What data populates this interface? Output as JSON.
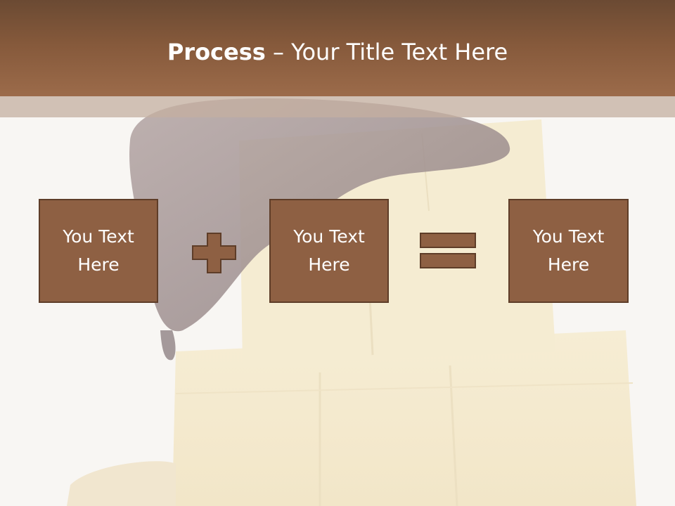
{
  "slide": {
    "title_bold": "Process",
    "title_rest": " – Your Title Text Here"
  },
  "process": {
    "items": [
      {
        "label": "You Text Here"
      },
      {
        "label": "You Text Here"
      },
      {
        "label": "You Text Here"
      }
    ],
    "operators": [
      "plus-icon",
      "equals-icon"
    ]
  },
  "colors": {
    "title_bar": "#85593b",
    "box_fill": "#8e6043",
    "box_border": "#5e3d28",
    "title_text": "#ffffff"
  }
}
